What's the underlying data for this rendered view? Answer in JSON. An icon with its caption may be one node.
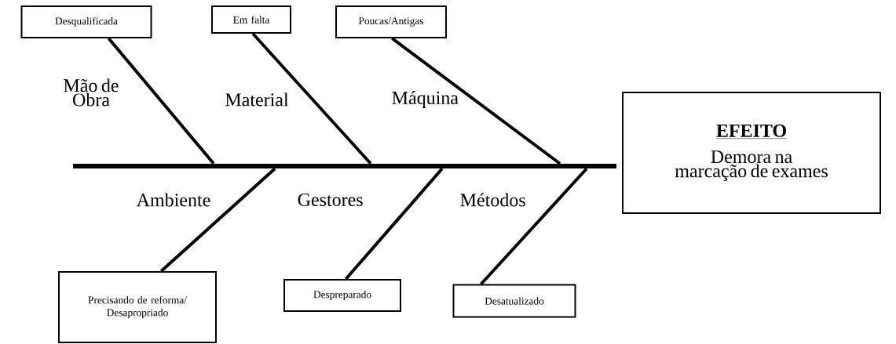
{
  "diagram": {
    "nodes": [
      {
        "text": [
          "Desqualificada"
        ]
      },
      {
        "text": [
          "Em falta"
        ]
      },
      {
        "text": [
          "Poucas/Antigas"
        ]
      },
      {
        "text": [],
        "shape": "bar"
      },
      {
        "text": [
          "EFEITO",
          "Demora na marcação de exames"
        ]
      },
      {
        "text": [
          "Precisando de reforma/ Desapropriado"
        ]
      },
      {
        "text": [
          "Despreparado"
        ]
      },
      {
        "text": [
          "Desatualizado"
        ]
      }
    ],
    "edges": [
      {
        "from": 0,
        "to": 3,
        "arrow": "none"
      },
      {
        "from": 1,
        "to": 3,
        "arrow": "none"
      },
      {
        "from": 2,
        "to": 3,
        "arrow": "none"
      },
      {
        "from": 5,
        "to": 3,
        "arrow": "none"
      },
      {
        "from": 6,
        "to": 3,
        "arrow": "none"
      },
      {
        "from": 7,
        "to": 3,
        "arrow": "none"
      }
    ],
    "labels": [
      "Mão de Obra",
      "Material",
      "Máquina",
      "Ambiente",
      "Gestores",
      "Métodos"
    ]
  }
}
